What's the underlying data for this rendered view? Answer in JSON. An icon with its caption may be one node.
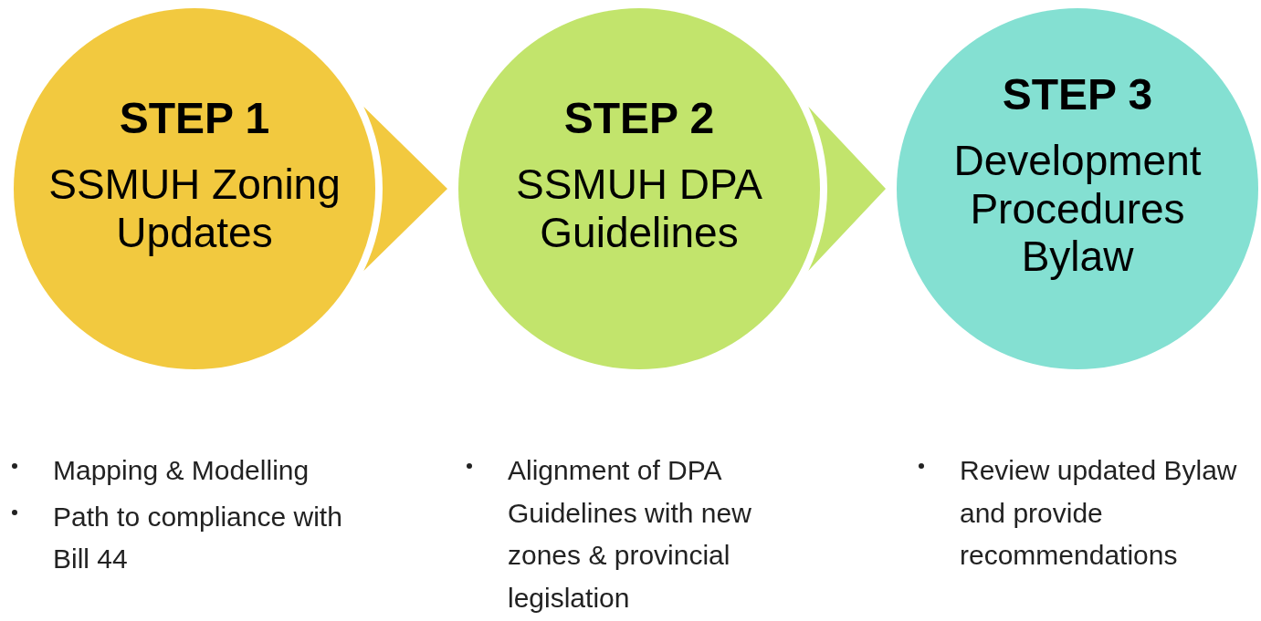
{
  "diagram": {
    "nodes": [
      {
        "text": [
          "STEP 1",
          "SSMUH Zoning Updates"
        ],
        "beside": [
          "Mapping & Modelling",
          "Path to compliance with Bill 44"
        ]
      },
      {
        "text": [
          "STEP 2",
          "SSMUH DPA Guidelines"
        ],
        "beside": [
          "Alignment of DPA Guidelines with new zones & provincial legislation"
        ]
      },
      {
        "text": [
          "STEP 3",
          "Development Procedures Bylaw"
        ],
        "beside": [
          "Review updated Bylaw and provide recommendations"
        ]
      }
    ],
    "edges": [
      {
        "from": 0,
        "to": 1,
        "arrow": "to"
      },
      {
        "from": 1,
        "to": 2,
        "arrow": "to"
      }
    ]
  }
}
